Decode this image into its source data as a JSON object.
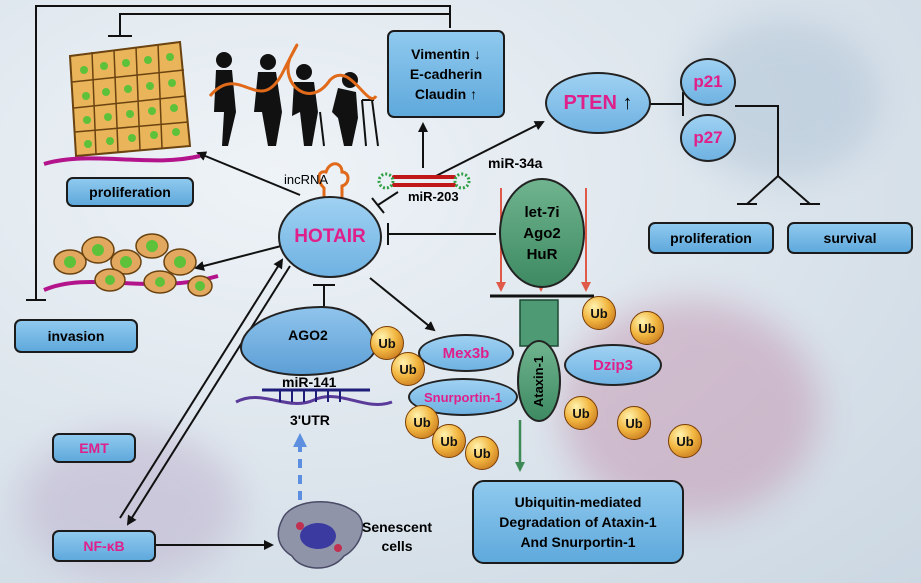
{
  "vem": {
    "line1": "Vimentin",
    "line2": "E-cadherin",
    "line3": "Claudin",
    "down": "↓",
    "up": "↑"
  },
  "pten": {
    "label": "PTEN",
    "arrow": "↑"
  },
  "p21": "p21",
  "p27": "p27",
  "mir34a": "miR-34a",
  "let7i": {
    "line1": "let-7i",
    "line2": "Ago2",
    "line3": "HuR"
  },
  "proliferation_left": "proliferation",
  "proliferation_right": "proliferation",
  "survival": "survival",
  "invasion": "invasion",
  "incrna": "incRNA",
  "mir203": "miR-203",
  "hotair": "HOTAIR",
  "ago2": "AGO2",
  "mir141": "miR-141",
  "utr": "3'UTR",
  "mex3b": "Mex3b",
  "snurportin": "Snurportin-1",
  "dzip3": "Dzip3",
  "ataxin": "Ataxin-1",
  "emt": "EMT",
  "nfkb": "NF-κB",
  "senescent": {
    "line1": "Senescent",
    "line2": "cells"
  },
  "degradation": {
    "line1": "Ubiquitin-mediated",
    "line2": "Degradation of Ataxin-1",
    "line3": "And Snurportin-1"
  },
  "ub": "Ub",
  "colors": {
    "accent_pink": "#e0208a",
    "box_blue": "#6fb2e2",
    "red_arrow": "#e05a4a",
    "green": "#3d8a57"
  }
}
